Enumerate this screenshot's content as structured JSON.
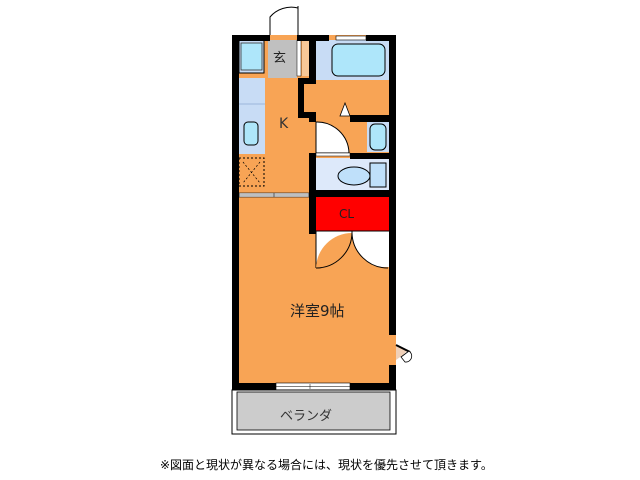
{
  "floorplan": {
    "rooms": {
      "kitchen": "K",
      "entrance": "玄",
      "main_room": "洋室9帖",
      "closet": "CL",
      "veranda": "ベランダ"
    },
    "note": "※図面と現状が異なる場合には、現状を優先させて頂きます。",
    "colors": {
      "floor": "#f8a455",
      "wall": "#000000",
      "fixture": "#aee6fa",
      "fixture_bg": "#c8dcf5",
      "entrance": "#c0c0c0",
      "closet": "#ff0000",
      "veranda": "#cccccc"
    }
  }
}
